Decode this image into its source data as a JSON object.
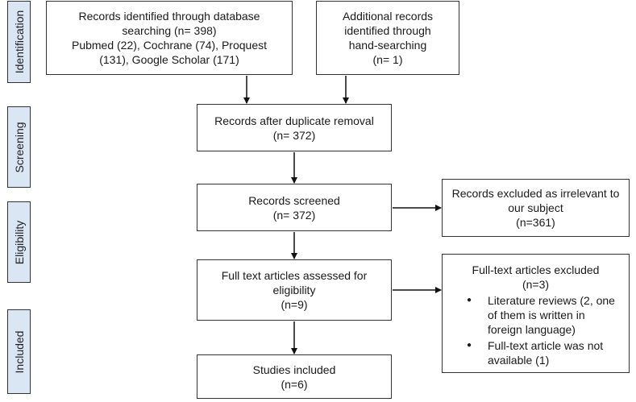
{
  "stages": {
    "identification": "Identification",
    "screening": "Screening",
    "eligibility": "Eligibility",
    "included": "Included"
  },
  "boxes": {
    "database": {
      "lines": [
        "Records identified through database",
        "searching (n= 398)",
        "Pubmed (22), Cochrane (74), Proquest",
        "(131), Google Scholar (171)"
      ]
    },
    "additional": {
      "lines": [
        "Additional records",
        "identified through",
        "hand-searching",
        "(n= 1)"
      ]
    },
    "duplicates": {
      "lines": [
        "Records after duplicate removal",
        "(n= 372)"
      ]
    },
    "screened": {
      "lines": [
        "Records screened",
        "(n= 372)"
      ]
    },
    "excluded_irrelevant": {
      "lines": [
        "Records excluded as irrelevant to",
        "our subject",
        "(n=361)"
      ]
    },
    "fulltext": {
      "lines": [
        "Full text articles assessed for",
        "eligibility",
        "(n=9)"
      ]
    },
    "fulltext_excluded": {
      "title": "Full-text articles excluded",
      "count": "(n=3)",
      "items": [
        {
          "lines": [
            "Literature reviews (2, one",
            "of them is written in",
            "foreign language)"
          ]
        },
        {
          "lines": [
            "Full-text article was not",
            "available (1)"
          ]
        }
      ]
    },
    "included": {
      "lines": [
        "Studies included",
        "(n=6)"
      ]
    }
  },
  "colors": {
    "stage_fill": "#dbe6f4",
    "border": "#333333",
    "arrow": "#111111"
  }
}
